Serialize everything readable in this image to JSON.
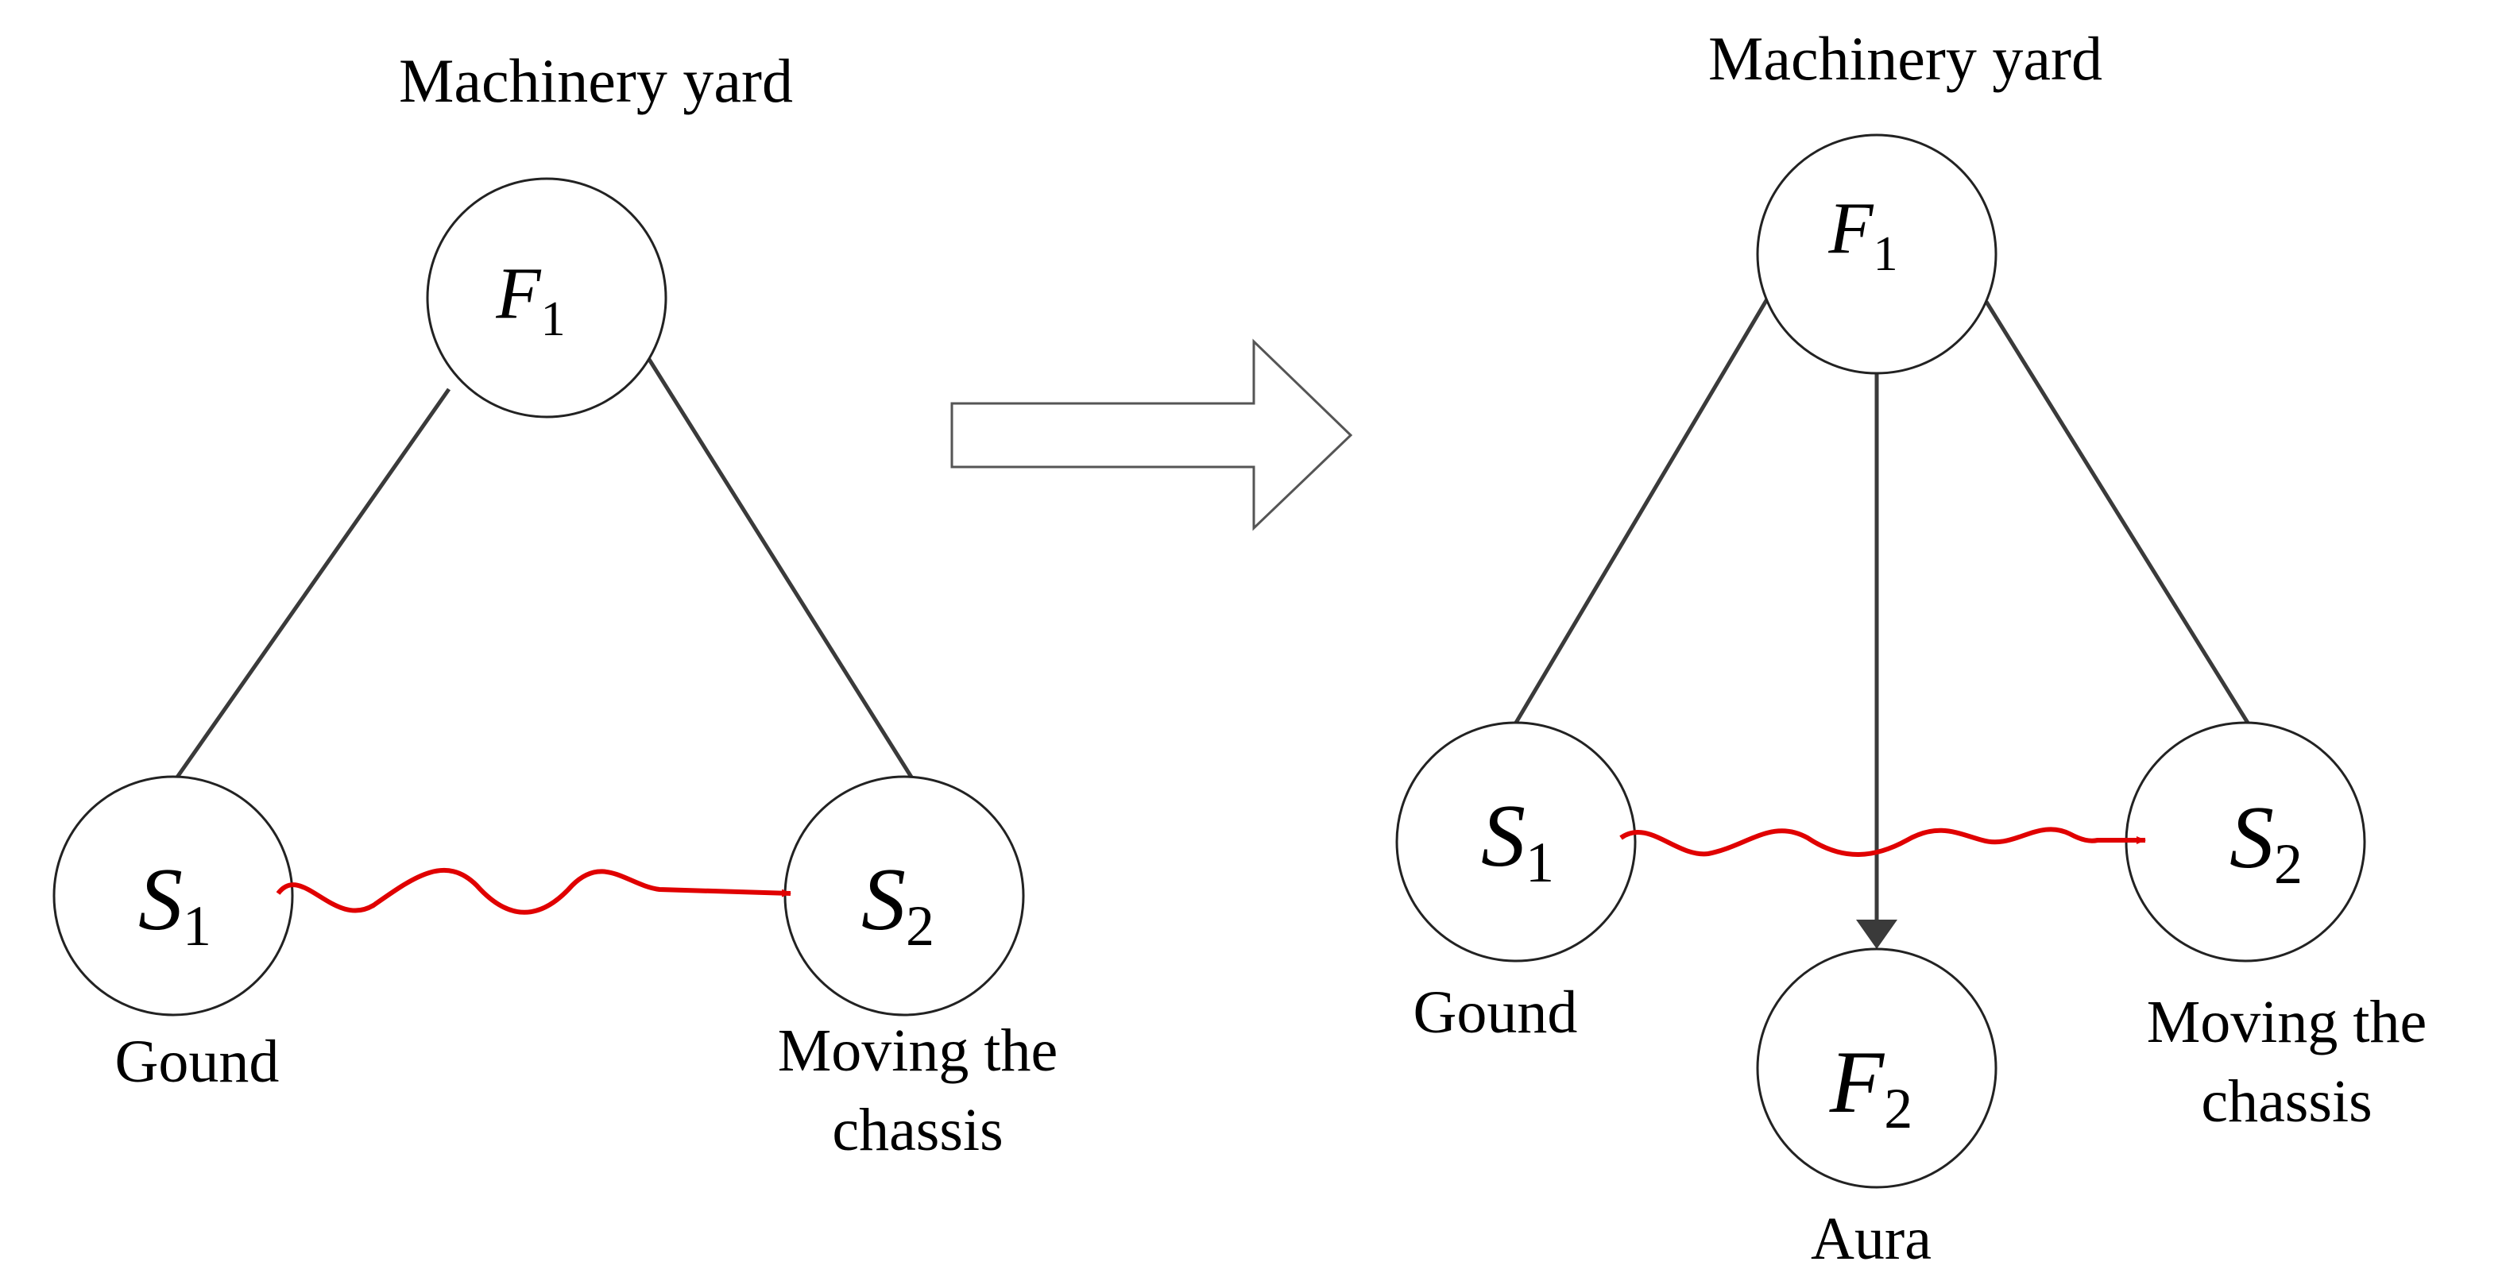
{
  "colors": {
    "line": "#3a3a3a",
    "interaction": "#e00000",
    "circle_stroke": "#222222",
    "background": "#ffffff"
  },
  "left": {
    "title": "Machinery yard",
    "nodes": {
      "f1": {
        "symbol": "F",
        "sub": "1"
      },
      "s1": {
        "symbol": "S",
        "sub": "1",
        "caption": "Gound"
      },
      "s2": {
        "symbol": "S",
        "sub": "2",
        "caption_line1": "Moving the",
        "caption_line2": "chassis"
      }
    }
  },
  "right": {
    "title": "Machinery yard",
    "nodes": {
      "f1": {
        "symbol": "F",
        "sub": "1"
      },
      "s1": {
        "symbol": "S",
        "sub": "1",
        "caption": "Gound"
      },
      "s2": {
        "symbol": "S",
        "sub": "2",
        "caption_line1": "Moving the",
        "caption_line2": "chassis"
      },
      "f2": {
        "symbol": "F",
        "sub": "2",
        "caption": "Aura"
      }
    }
  },
  "transform_arrow": {
    "icon": "hollow-right-arrow-icon"
  }
}
